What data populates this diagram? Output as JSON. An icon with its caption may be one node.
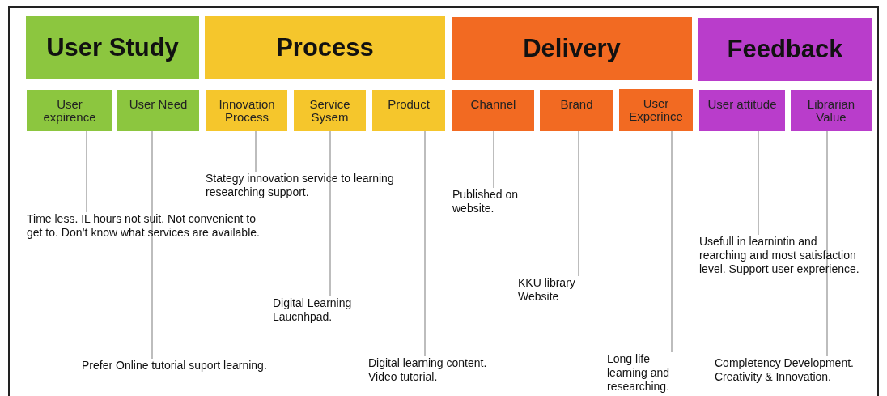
{
  "diagram": {
    "nodes": [
      {
        "text": [
          "User Study"
        ]
      },
      {
        "text": [
          "Process"
        ]
      },
      {
        "text": [
          "Delivery"
        ]
      },
      {
        "text": [
          "Feedback"
        ]
      },
      {
        "text": [
          "User expirence"
        ]
      },
      {
        "text": [
          "User Need"
        ]
      },
      {
        "text": [
          "Innovation Process"
        ]
      },
      {
        "text": [
          "Service Sysem"
        ]
      },
      {
        "text": [
          "Product"
        ]
      },
      {
        "text": [
          "Channel"
        ]
      },
      {
        "text": [
          "Brand"
        ]
      },
      {
        "text": [
          "User Experince"
        ]
      },
      {
        "text": [
          "User attitude"
        ]
      },
      {
        "text": [
          "Librarian Value"
        ]
      },
      {
        "text": [
          "Time less. IL hours not suit. Not convenient to get to. Don’t know what services are available."
        ]
      },
      {
        "text": [
          "Prefer Online tutorial suport learning."
        ]
      },
      {
        "text": [
          "Stategy innovation service to learning researching support."
        ]
      },
      {
        "text": [
          "Digital Learning Laucnhpad."
        ]
      },
      {
        "text": [
          "Digital learning content. Video tutorial."
        ]
      },
      {
        "text": [
          "Published on website."
        ]
      },
      {
        "text": [
          "KKU library Website"
        ]
      },
      {
        "text": [
          "Long life learning and researching."
        ]
      },
      {
        "text": [
          "Usefull in learnintin and rearching and most satisfaction level. Support user exprerience."
        ]
      },
      {
        "text": [
          "Completency Development. Creativity & Innovation."
        ]
      }
    ],
    "edges": [
      {
        "from": 4,
        "to": 14,
        "arrow": "none"
      },
      {
        "from": 5,
        "to": 15,
        "arrow": "none"
      },
      {
        "from": 6,
        "to": 16,
        "arrow": "none"
      },
      {
        "from": 7,
        "to": 17,
        "arrow": "none"
      },
      {
        "from": 8,
        "to": 18,
        "arrow": "none"
      },
      {
        "from": 9,
        "to": 19,
        "arrow": "none"
      },
      {
        "from": 10,
        "to": 20,
        "arrow": "none"
      },
      {
        "from": 11,
        "to": 21,
        "arrow": "none"
      },
      {
        "from": 12,
        "to": 22,
        "arrow": "none"
      },
      {
        "from": 13,
        "to": 23,
        "arrow": "none"
      }
    ]
  }
}
